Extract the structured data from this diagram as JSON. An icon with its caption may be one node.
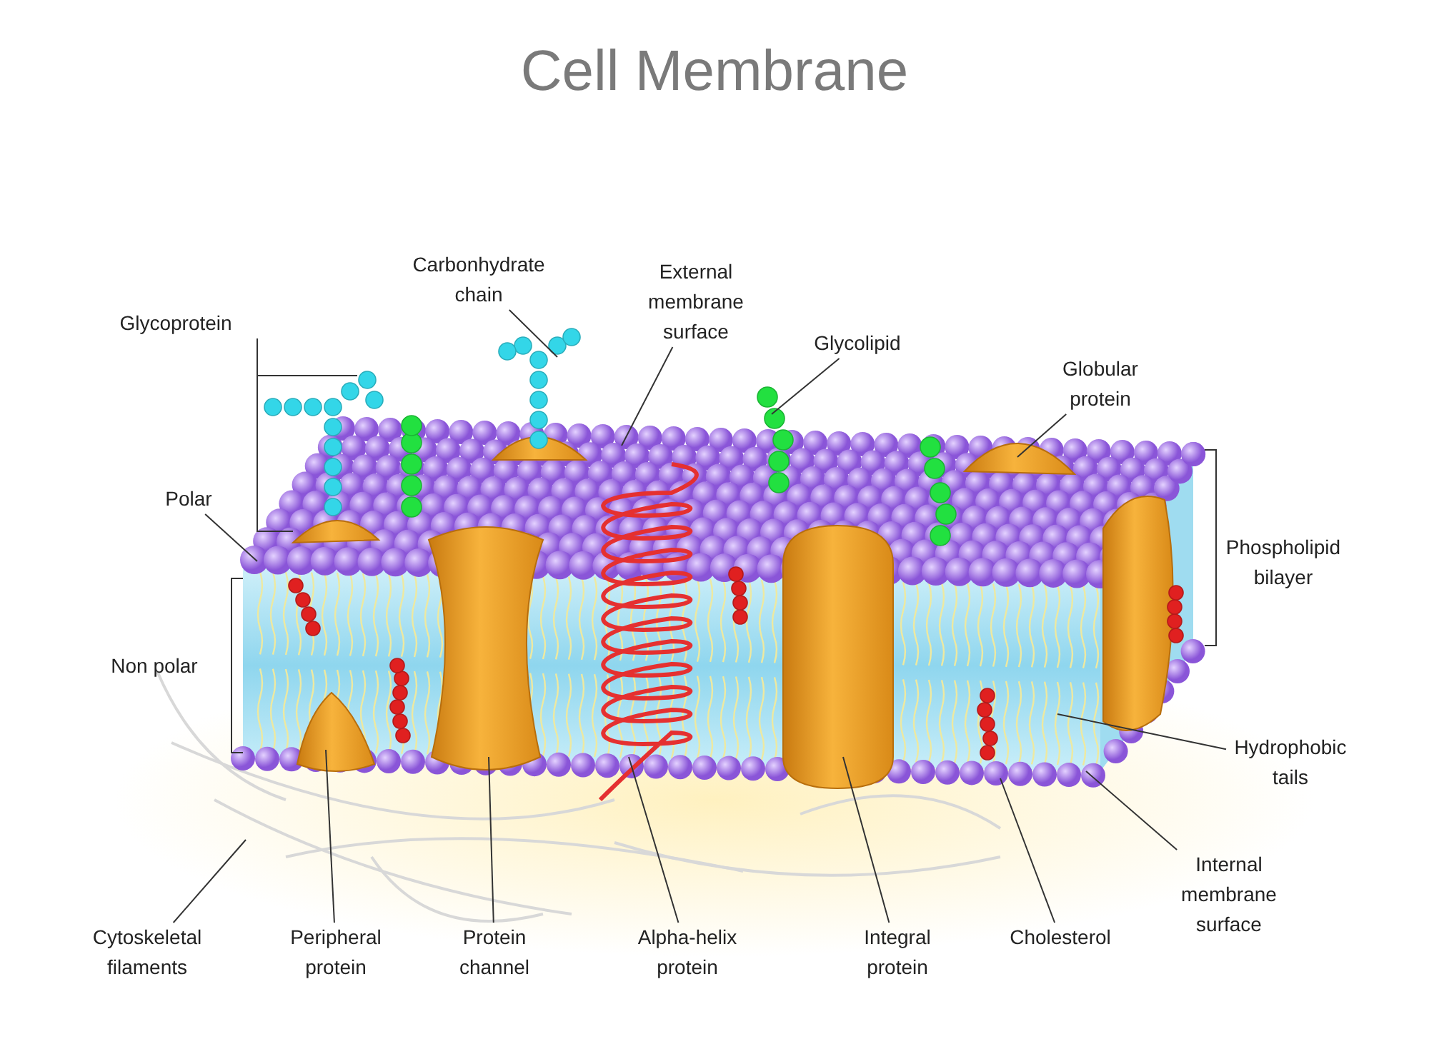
{
  "diagram": {
    "title": "Cell Membrane",
    "nodes": [
      {
        "text": [
          "Glycoprotein"
        ]
      },
      {
        "text": [
          "Carbonhydrate chain"
        ]
      },
      {
        "text": [
          "External membrane surface"
        ]
      },
      {
        "text": [
          "Glycolipid"
        ]
      },
      {
        "text": [
          "Globular protein"
        ]
      },
      {
        "text": [
          "Polar"
        ]
      },
      {
        "text": [
          "Hydrophobic tails"
        ]
      },
      {
        "text": [
          "Internal membrane surface"
        ]
      },
      {
        "text": [
          "Cytoskeletal filaments"
        ]
      },
      {
        "text": [
          "Peripheral protein"
        ]
      },
      {
        "text": [
          "Protein channel"
        ]
      },
      {
        "text": [
          "Alpha-helix protein"
        ]
      },
      {
        "text": [
          "Integral protein"
        ]
      },
      {
        "text": [
          "Cholesterol"
        ]
      }
    ],
    "edges": [
      {
        "from": 0,
        "to": null,
        "arrow": "none"
      },
      {
        "from": 1,
        "to": null,
        "arrow": "none"
      },
      {
        "from": 2,
        "to": null,
        "arrow": "none"
      },
      {
        "from": 3,
        "to": null,
        "arrow": "none"
      },
      {
        "from": 4,
        "to": null,
        "arrow": "none"
      },
      {
        "from": 5,
        "to": null,
        "arrow": "none"
      },
      {
        "from": 6,
        "to": null,
        "arrow": "none"
      },
      {
        "from": 7,
        "to": null,
        "arrow": "none"
      },
      {
        "from": 8,
        "to": null,
        "arrow": "none"
      },
      {
        "from": 9,
        "to": null,
        "arrow": "none"
      },
      {
        "from": 10,
        "to": null,
        "arrow": "none"
      },
      {
        "from": 11,
        "to": null,
        "arrow": "none"
      },
      {
        "from": 12,
        "to": null,
        "arrow": "none"
      },
      {
        "from": 13,
        "to": null,
        "arrow": "none"
      }
    ],
    "labels": [
      "Non polar",
      "Phospholipid bilayer"
    ]
  }
}
